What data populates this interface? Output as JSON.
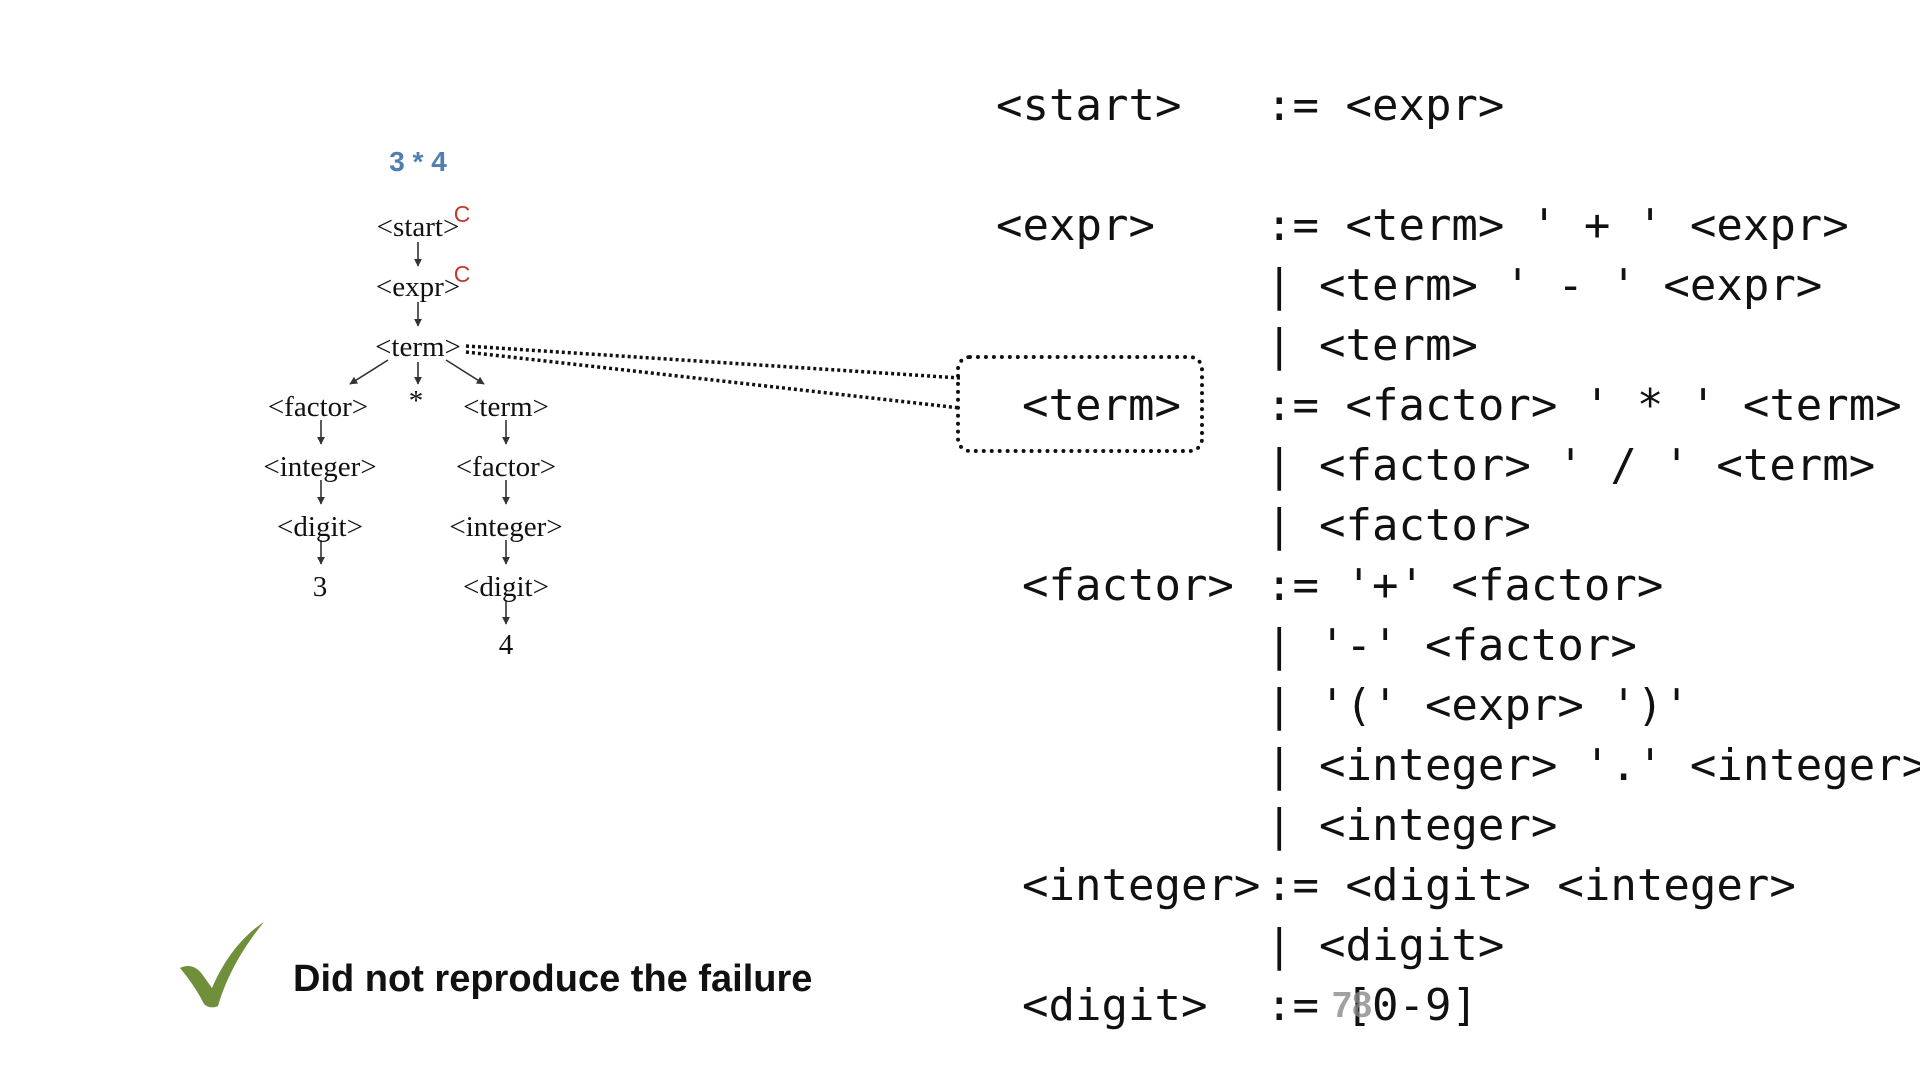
{
  "tree": {
    "label": "3 * 4",
    "label_color": "#4f7fb0",
    "marker_color": "#c0392b",
    "nodes": [
      {
        "id": "start",
        "text": "<start>",
        "marker": "C"
      },
      {
        "id": "expr",
        "text": "<expr>",
        "marker": "C"
      },
      {
        "id": "term",
        "text": "<term>"
      },
      {
        "id": "factor1",
        "text": "<factor>"
      },
      {
        "id": "star",
        "text": "*"
      },
      {
        "id": "term2",
        "text": "<term>"
      },
      {
        "id": "integer1",
        "text": "<integer>"
      },
      {
        "id": "factor2",
        "text": "<factor>"
      },
      {
        "id": "digit1",
        "text": "<digit>"
      },
      {
        "id": "integer2",
        "text": "<integer>"
      },
      {
        "id": "three",
        "text": "3"
      },
      {
        "id": "digit2",
        "text": "<digit>"
      },
      {
        "id": "four",
        "text": "4"
      }
    ]
  },
  "grammar": {
    "rules": [
      {
        "lhs": "<start>",
        "lines": [
          ":= <expr>"
        ]
      },
      {
        "lhs": "<expr>",
        "lines": [
          ":= <term> ' + ' <expr>",
          "| <term> ' - ' <expr>",
          "| <term>"
        ]
      },
      {
        "lhs": "<term>",
        "lines": [
          ":= <factor> ' * ' <term>",
          "| <factor> ' / ' <term>",
          "| <factor>"
        ]
      },
      {
        "lhs": "<factor>",
        "lines": [
          ":= '+' <factor>",
          "| '-' <factor>",
          "| '(' <expr> ')'",
          "| <integer> '.' <integer>",
          "| <integer>"
        ]
      },
      {
        "lhs": "<integer>",
        "lines": [
          ":= <digit> <integer>",
          "| <digit>"
        ]
      },
      {
        "lhs": "<digit>",
        "lines": [
          ":= [0-9]"
        ]
      }
    ]
  },
  "verdict": {
    "text": "Did not reproduce the failure",
    "icon": "check-mark-icon",
    "icon_color": "#6f8f3a"
  },
  "slide_number": "78"
}
